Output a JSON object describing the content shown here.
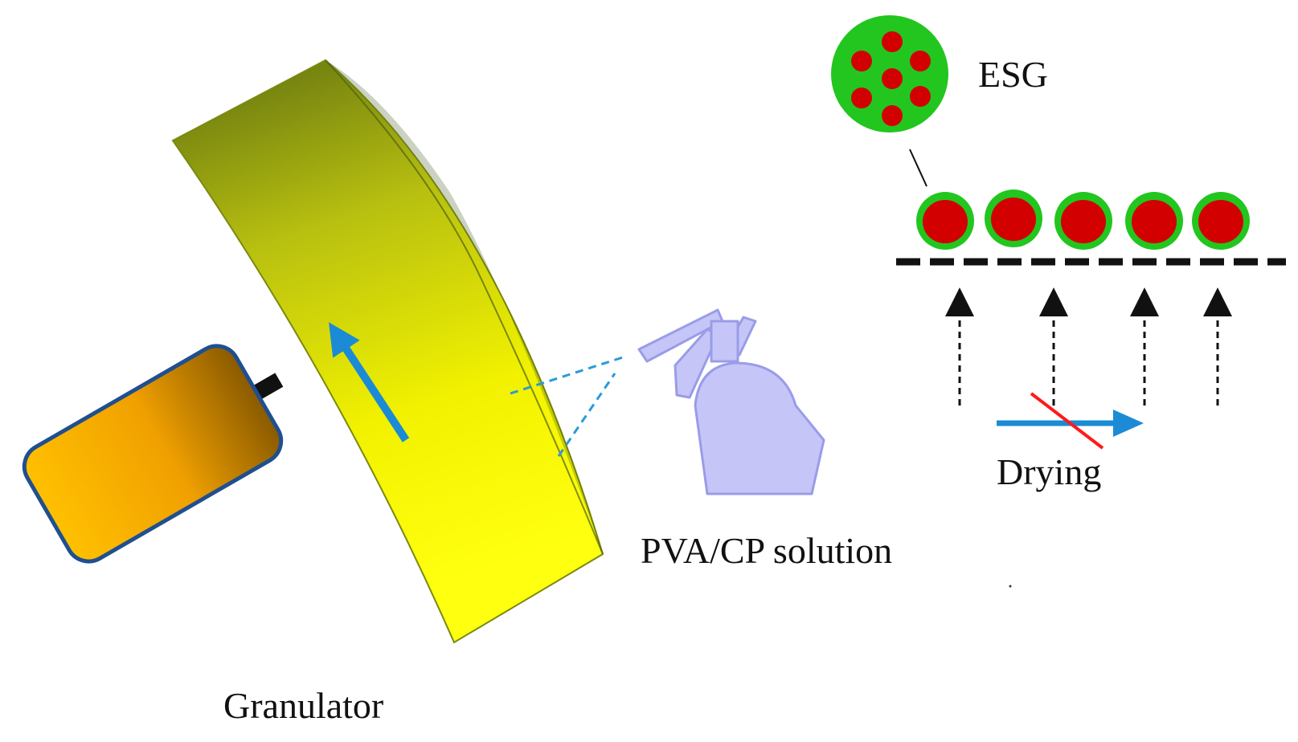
{
  "labels": {
    "granulator": "Granulator",
    "solution": "PVA/CP solution",
    "esg": "ESG",
    "drying": "Drying"
  },
  "icons": {
    "motor": "motor-box",
    "granulator": "rotating-drum",
    "rotation_arrow": "arrow-up-left",
    "sprayer": "spray-bottle",
    "esg_zoom": "magnified-granule",
    "air_arrows": "dashed-up-arrows",
    "drying_arrow": "arrow-right",
    "strike": "red-strike-line"
  },
  "colors": {
    "drum_yellow": "#f2f200",
    "drum_olive": "#5f6f10",
    "motor_orange": "#ffb800",
    "motor_brown": "#8a5a00",
    "motor_outline": "#1f4f8f",
    "arrow_blue": "#1b8bd6",
    "sprayer_lavender": "#c5c6f7",
    "sprayer_outline": "#9a9ce8",
    "granule_green": "#22c61e",
    "granule_red": "#d20000",
    "strike_red": "#ff1a1a"
  }
}
